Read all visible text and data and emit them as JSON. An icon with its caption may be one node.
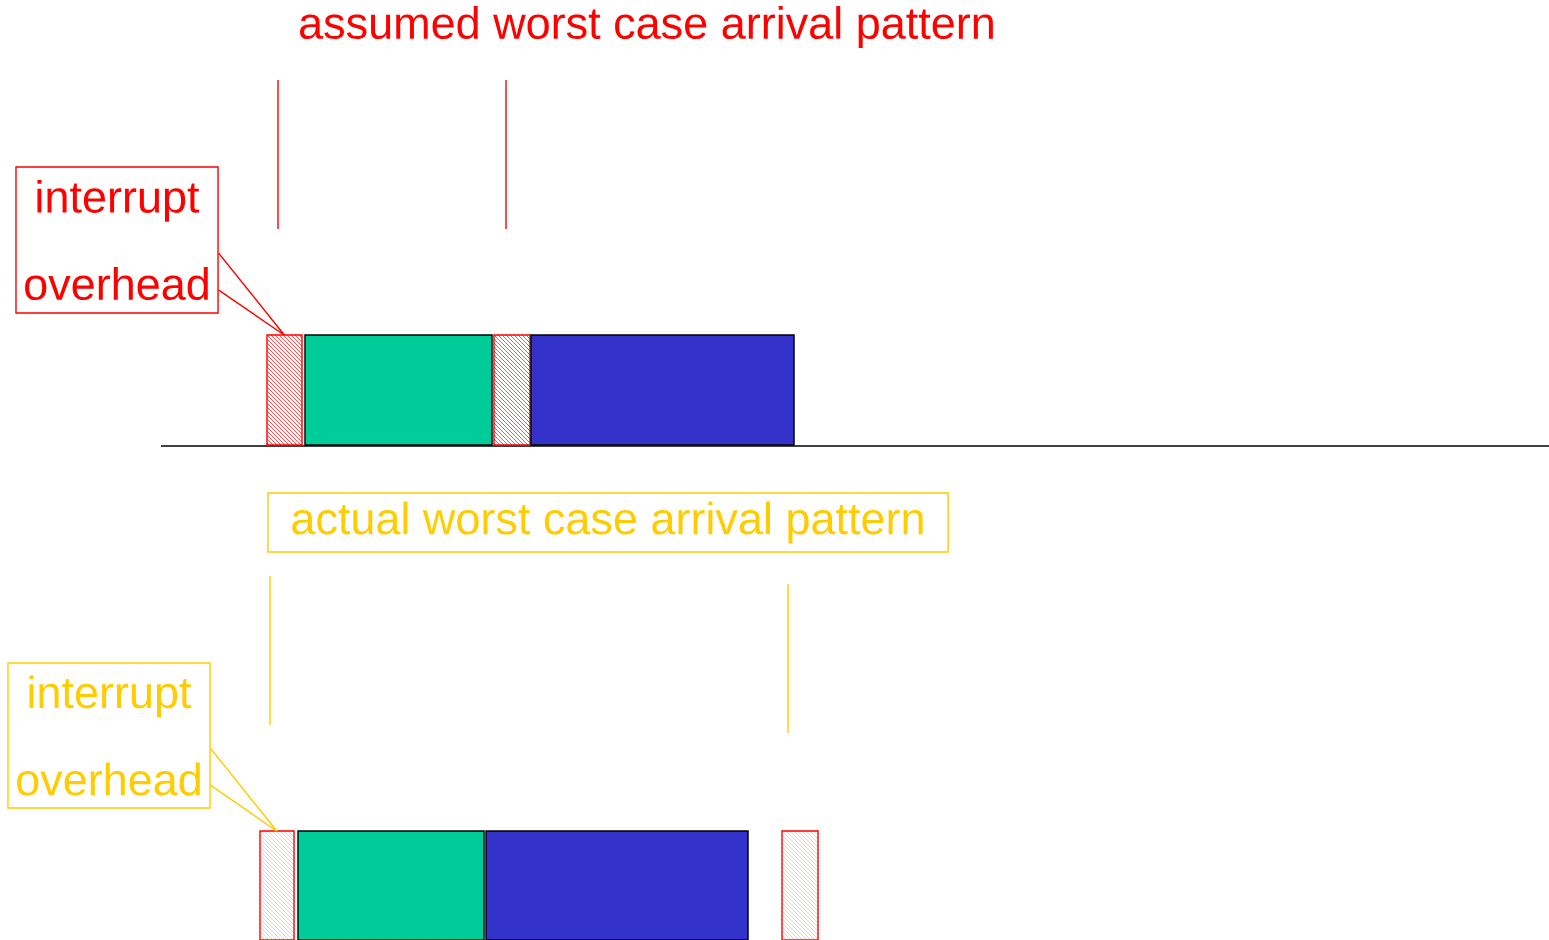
{
  "diagram": {
    "nodes": [
      {
        "text": [
          "interrupt overhead"
        ]
      },
      {
        "text": [],
        "shape": "bar"
      },
      {
        "text": [],
        "shape": "bar"
      },
      {
        "text": [],
        "shape": "bar"
      },
      {
        "text": [],
        "shape": "bar"
      },
      {
        "text": [
          "actual worst case arrival pattern"
        ]
      },
      {
        "text": [
          "interrupt overhead"
        ]
      },
      {
        "text": [],
        "shape": "bar"
      },
      {
        "text": [],
        "shape": "bar"
      },
      {
        "text": [],
        "shape": "bar"
      },
      {
        "text": [],
        "shape": "bar"
      }
    ],
    "edges": [
      {
        "from": 0,
        "to": 1,
        "arrow": "none",
        "color": "#ff0000"
      },
      {
        "from": 6,
        "to": 7,
        "arrow": "none",
        "color": "#ffcc00"
      }
    ],
    "labels": [
      "assumed worst case arrival pattern"
    ]
  }
}
